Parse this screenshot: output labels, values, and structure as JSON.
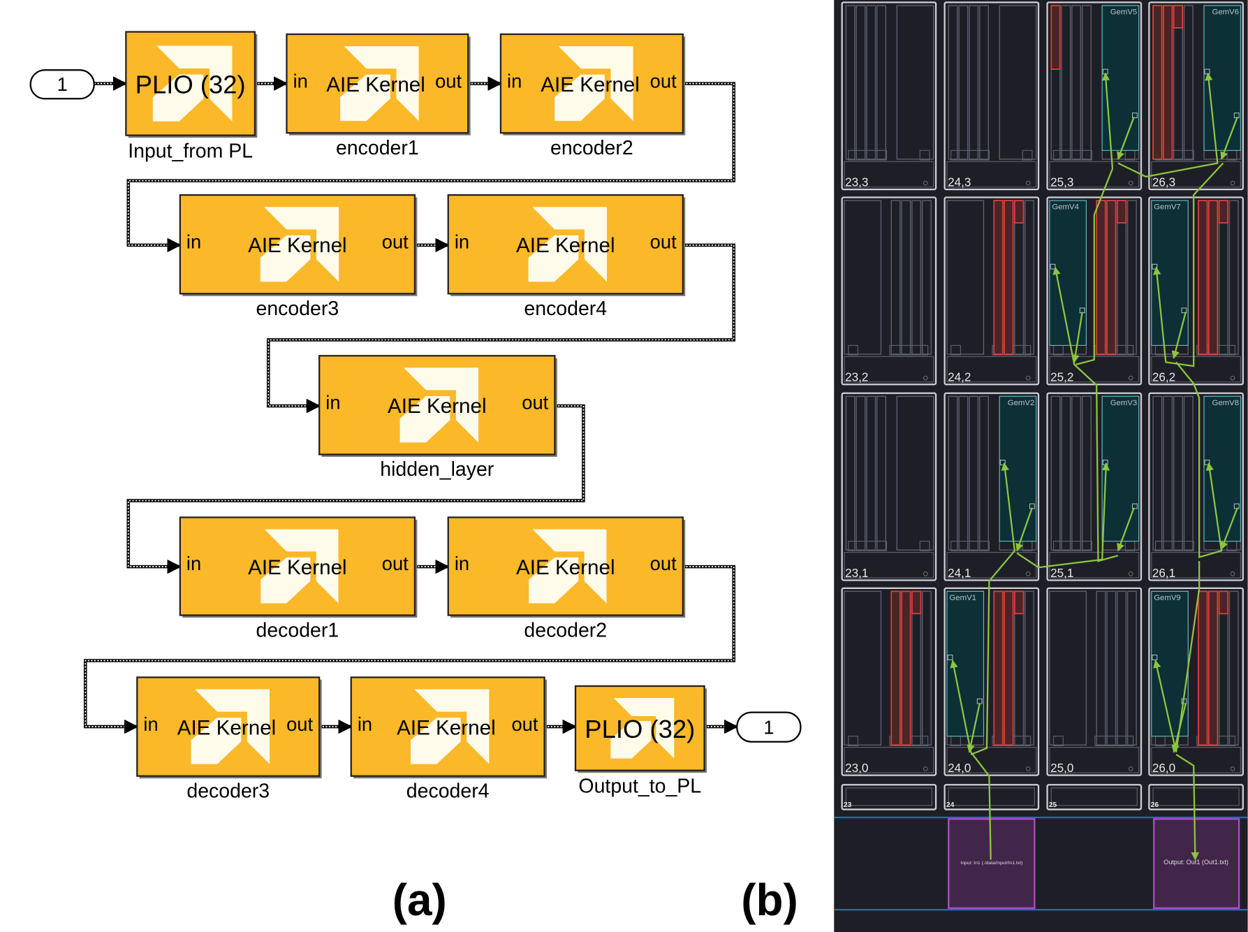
{
  "panel_a": {
    "caption": "(a)",
    "inport_label": "1",
    "outport_label": "1",
    "port_in": "in",
    "port_out": "out",
    "blocks": [
      {
        "id": "input_plio",
        "text": "PLIO (32)",
        "label": "Input_from PL",
        "type": "plio"
      },
      {
        "id": "encoder1",
        "text": "AIE Kernel",
        "label": "encoder1",
        "type": "kernel"
      },
      {
        "id": "encoder2",
        "text": "AIE Kernel",
        "label": "encoder2",
        "type": "kernel"
      },
      {
        "id": "encoder3",
        "text": "AIE Kernel",
        "label": "encoder3",
        "type": "kernel"
      },
      {
        "id": "encoder4",
        "text": "AIE Kernel",
        "label": "encoder4",
        "type": "kernel"
      },
      {
        "id": "hidden_layer",
        "text": "AIE Kernel",
        "label": "hidden_layer",
        "type": "kernel"
      },
      {
        "id": "decoder1",
        "text": "AIE Kernel",
        "label": "decoder1",
        "type": "kernel"
      },
      {
        "id": "decoder2",
        "text": "AIE Kernel",
        "label": "decoder2",
        "type": "kernel"
      },
      {
        "id": "decoder3",
        "text": "AIE Kernel",
        "label": "decoder3",
        "type": "kernel"
      },
      {
        "id": "decoder4",
        "text": "AIE Kernel",
        "label": "decoder4",
        "type": "kernel"
      },
      {
        "id": "output_plio",
        "text": "PLIO (32)",
        "label": "Output_to_PL",
        "type": "plio"
      }
    ],
    "colors": {
      "block_fill": "#fbb829",
      "logo": "#fffbea",
      "line": "#000000"
    }
  },
  "panel_b": {
    "caption": "(b)",
    "tiles": [
      {
        "label": "23,3",
        "kernel": "",
        "buffers": "none"
      },
      {
        "label": "24,3",
        "kernel": "",
        "buffers": "none"
      },
      {
        "label": "25,3",
        "kernel": "GemV5",
        "buffers": "small"
      },
      {
        "label": "26,3",
        "kernel": "GemV6",
        "buffers": "full"
      },
      {
        "label": "23,2",
        "kernel": "",
        "buffers": "none"
      },
      {
        "label": "24,2",
        "kernel": "",
        "buffers": "full"
      },
      {
        "label": "25,2",
        "kernel": "GemV4",
        "buffers": "full"
      },
      {
        "label": "26,2",
        "kernel": "GemV7",
        "buffers": "full"
      },
      {
        "label": "23,1",
        "kernel": "",
        "buffers": "none"
      },
      {
        "label": "24,1",
        "kernel": "GemV2",
        "buffers": "none"
      },
      {
        "label": "25,1",
        "kernel": "GemV3",
        "buffers": "none"
      },
      {
        "label": "26,1",
        "kernel": "GemV8",
        "buffers": "none"
      },
      {
        "label": "23,0",
        "kernel": "",
        "buffers": "full"
      },
      {
        "label": "24,0",
        "kernel": "GemV1",
        "buffers": "full"
      },
      {
        "label": "25,0",
        "kernel": "",
        "buffers": "none"
      },
      {
        "label": "26,0",
        "kernel": "GemV9",
        "buffers": "full"
      }
    ],
    "shim_tiles": [
      "23",
      "24",
      "25",
      "26"
    ],
    "plio_input": "Input: In1 (./data/input/In1.txt)",
    "plio_output": "Output: Out1 (Out1.txt)",
    "colors": {
      "background": "#1e1f26",
      "kernel": "#0d2f36",
      "kernel_border": "#5fb8c0",
      "buffer": "#4a2428",
      "buffer_border": "#e0403c",
      "route": "#8cc63f",
      "plio": "#42264a",
      "plio_border": "#b04cc8",
      "bus": "#1273b8"
    }
  }
}
